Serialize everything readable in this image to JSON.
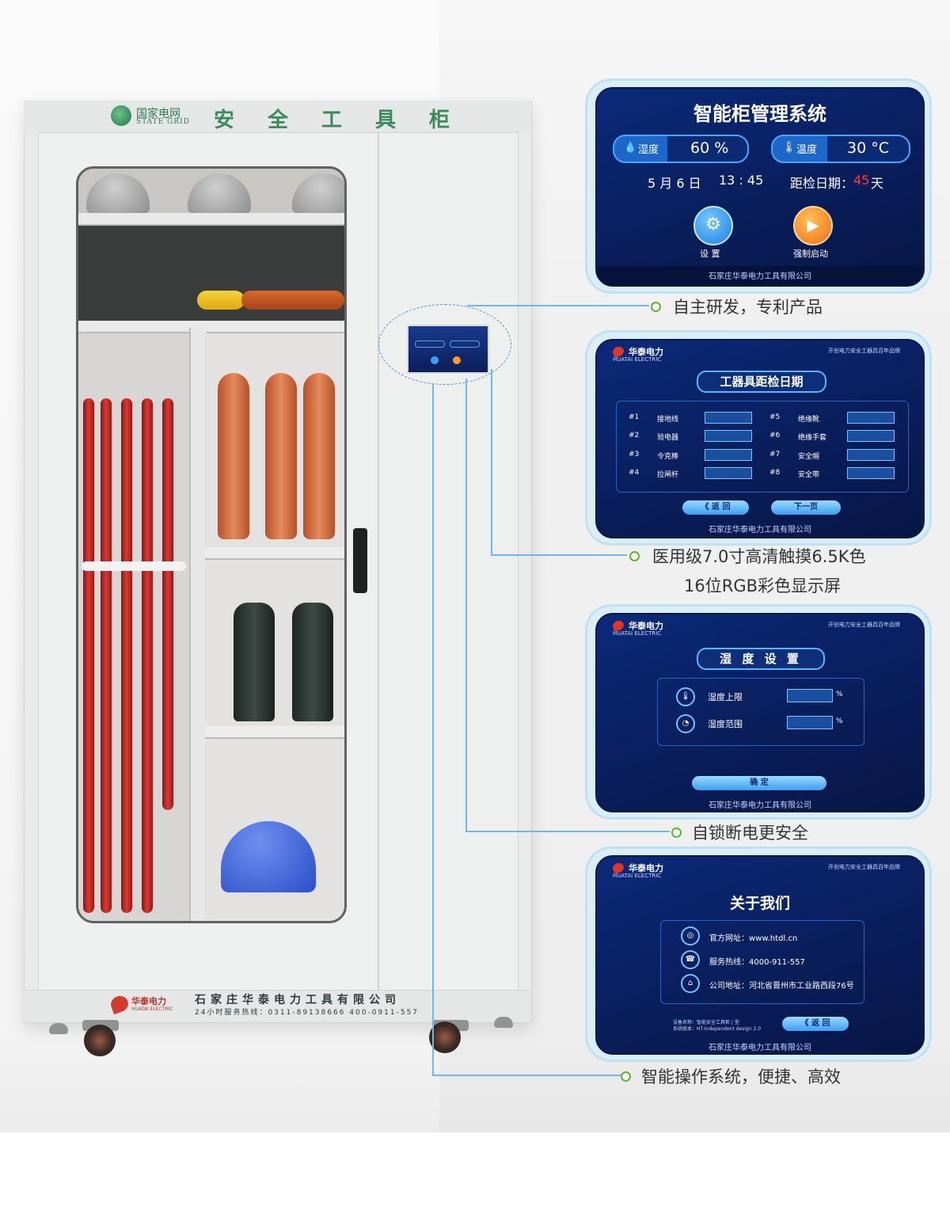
{
  "cabinet": {
    "brand_cn": "国家电网",
    "brand_en": "STATE GRID",
    "title": "安全工具柜",
    "maker_brand": "华泰电力",
    "maker_brand_en": "HUATAI ELECTRIC",
    "company": "石家庄华泰电力工具有限公司",
    "hotline": "24小时服务热线：0311-89138666  400-0911-557"
  },
  "features": [
    {
      "text": "自主研发，专利产品"
    },
    {
      "text": "医用级7.0寸高清触摸6.5K色",
      "text2": "16位RGB彩色显示屏"
    },
    {
      "text": "自锁断电更安全"
    },
    {
      "text": "智能操作系统，便捷、高效"
    }
  ],
  "screen1": {
    "title": "智能柜管理系统",
    "humidity_label": "湿度",
    "humidity_value": "60  %",
    "temp_label": "温度",
    "temp_value": "30  °C",
    "date": "5 月 6 日",
    "time": "13 : 45",
    "inspect_label": "距检日期：",
    "inspect_days": "45",
    "inspect_unit": "天",
    "btn_settings": "设 置",
    "btn_force": "强制启动",
    "footer": "石家庄华泰电力工具有限公司"
  },
  "screen_common": {
    "brand": "华泰电力",
    "brand_en": "HUATAI ELECTRIC",
    "tagline": "开创电力安全工器具百年品牌"
  },
  "screen2": {
    "title": "工器具距检日期",
    "items_left": [
      {
        "num": "#1",
        "name": "接地线"
      },
      {
        "num": "#2",
        "name": "验电器"
      },
      {
        "num": "#3",
        "name": "令克棒"
      },
      {
        "num": "#4",
        "name": "拉闸杆"
      }
    ],
    "items_right": [
      {
        "num": "#5",
        "name": "绝缘靴"
      },
      {
        "num": "#6",
        "name": "绝缘手套"
      },
      {
        "num": "#7",
        "name": "安全帽"
      },
      {
        "num": "#8",
        "name": "安全带"
      }
    ],
    "back": "《 返 回",
    "next": "下一页",
    "footer": "石家庄华泰电力工具有限公司"
  },
  "screen3": {
    "title": "湿 度 设 置",
    "row1": "湿度上限",
    "row2": "湿度范围",
    "unit": "%",
    "confirm": "确    定",
    "footer": "石家庄华泰电力工具有限公司"
  },
  "screen4": {
    "title": "关于我们",
    "website": "官方网址：www.htdl.cn",
    "hotline": "服务热线：4000-911-557",
    "address": "公司地址：河北省晋州市工业路西段76号",
    "device_name": "设备名称：智能安全工具柜 | 型",
    "system_name": "系统版本：HT-Independent design 2.0",
    "back": "《 返 回",
    "footer": "石家庄华泰电力工具有限公司"
  },
  "colors": {
    "accent_red": "#ff3b3b",
    "line_blue": "#69b8f0",
    "bullet_green": "#5db62d"
  }
}
